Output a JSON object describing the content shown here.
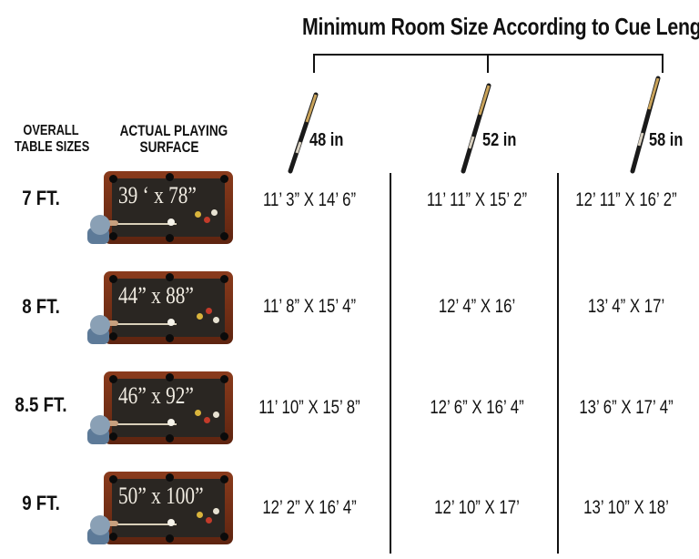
{
  "title": "Minimum Room Size According to Cue Length",
  "headers": {
    "overall": [
      "OVERALL",
      "TABLE SIZES"
    ],
    "actual": [
      "ACTUAL PLAYING",
      "SURFACE"
    ]
  },
  "cues": [
    {
      "label": "48 in"
    },
    {
      "label": "52 in"
    },
    {
      "label": "58 in"
    }
  ],
  "rows": [
    {
      "size": "7 FT.",
      "surface": "39 ‘ x 78”",
      "rooms": [
        "11’ 3” X 14’ 6”",
        "11’ 11” X 15’ 2”",
        "12’ 11” X 16’ 2”"
      ]
    },
    {
      "size": "8 FT.",
      "surface": "44” x 88”",
      "rooms": [
        "11’ 8” X 15’ 4”",
        "12’ 4” X 16’",
        "13’ 4” X 17’"
      ]
    },
    {
      "size": "8.5 FT.",
      "surface": "46” x 92”",
      "rooms": [
        "11’ 10” X 15’ 8”",
        "12’ 6” X 16’ 4”",
        "13’ 6” X 17’ 4”"
      ]
    },
    {
      "size": "9 FT.",
      "surface": "50” x 100”",
      "rooms": [
        "12’ 2” X 16’ 4”",
        "12’ 10” X 17’",
        "13’ 10” X 18’"
      ]
    }
  ],
  "colors": {
    "rail": "#7a3216",
    "felt": "#2a2622",
    "cue_wood": "#c9a35a",
    "cue_butt": "#1a1a1a"
  }
}
